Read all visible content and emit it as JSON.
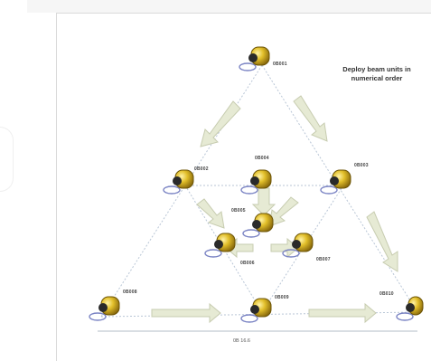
{
  "caption": {
    "line1": "Deploy beam units in",
    "line2": "numerical order"
  },
  "nodes": [
    {
      "id": "top",
      "label": "0B001"
    },
    {
      "id": "upper-left",
      "label": "0B002"
    },
    {
      "id": "upper-right",
      "label": "0B003"
    },
    {
      "id": "center-top",
      "label": "0B004"
    },
    {
      "id": "center-mid",
      "label": "0B005"
    },
    {
      "id": "center-left",
      "label": "0B006"
    },
    {
      "id": "center-right",
      "label": "0B007"
    },
    {
      "id": "bottom-left",
      "label": "0B008"
    },
    {
      "id": "bottom-mid",
      "label": "0B009"
    },
    {
      "id": "bottom-right",
      "label": "0B010"
    }
  ],
  "axis_label": "0B 16.6",
  "colors": {
    "beam_unit": "#d8b21e",
    "beam_unit_dark": "#8a6a0c",
    "arrow_fill": "#e6ead4",
    "arrow_stroke": "#c7ccb0",
    "dotted_line": "#b9c6d6"
  }
}
